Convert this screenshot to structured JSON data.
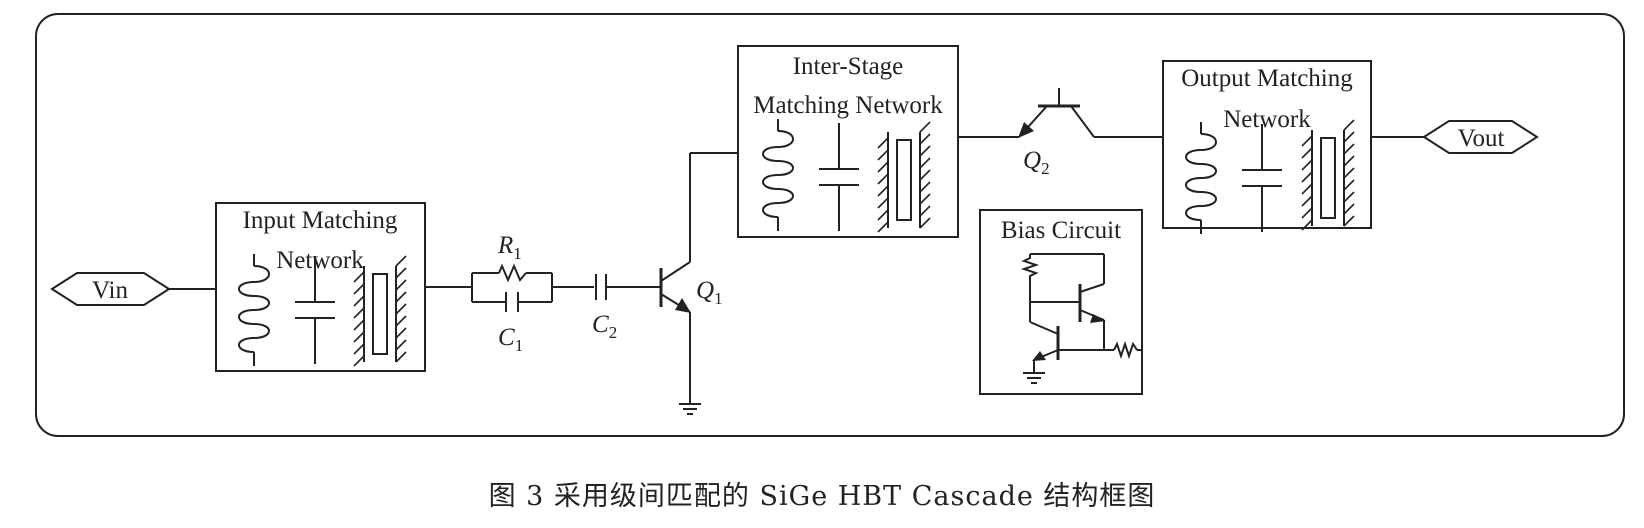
{
  "ports": {
    "vin": "Vin",
    "vout": "Vout"
  },
  "blocks": {
    "input_matching": [
      "Input Matching",
      "Network"
    ],
    "inter_stage": [
      "Inter-Stage",
      "Matching Network"
    ],
    "output_matching": [
      "Output Matching",
      "Network"
    ],
    "bias": "Bias Circuit"
  },
  "components": {
    "r1": {
      "letter": "R",
      "sub": "1"
    },
    "c1": {
      "letter": "C",
      "sub": "1"
    },
    "c2": {
      "letter": "C",
      "sub": "2"
    },
    "q1": {
      "letter": "Q",
      "sub": "1"
    },
    "q2": {
      "letter": "Q",
      "sub": "2"
    }
  },
  "caption": "图 3   采用级间匹配的 SiGe HBT Cascade 结构框图"
}
